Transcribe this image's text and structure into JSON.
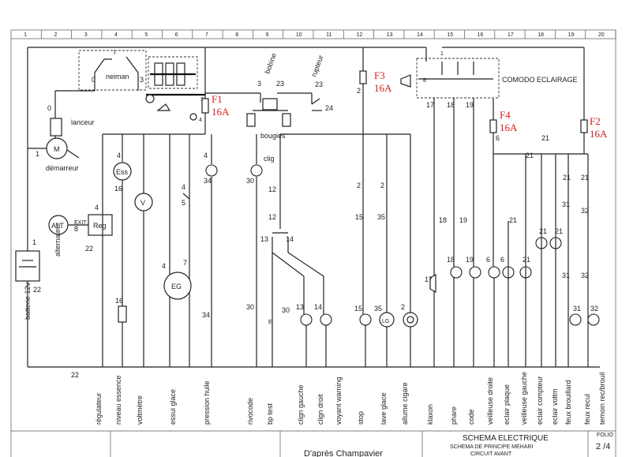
{
  "grid_columns": [
    "1",
    "2",
    "3",
    "4",
    "5",
    "6",
    "7",
    "8",
    "9",
    "10",
    "11",
    "12",
    "13",
    "14",
    "15",
    "16",
    "17",
    "18",
    "19",
    "20"
  ],
  "components": {
    "neiman": "neiman",
    "lanceur": "lanceur",
    "demarreur": "démarreur",
    "bobine": "bobine",
    "rupteur": "rupteur",
    "bougies": "bougies",
    "comodo": "COMODO ECLAIRAGE",
    "alternateur": "alternateur",
    "batterie": "batterie 12v",
    "ess": "Ess",
    "volt": "V",
    "alt": "ALT",
    "reg": "Reg",
    "eg": "EG",
    "lg": "LG",
    "exit": "EXIT",
    "clig": "clig",
    "motor": "M"
  },
  "fuses": [
    {
      "name": "F1",
      "rating": "16A"
    },
    {
      "name": "F3",
      "rating": "16A"
    },
    {
      "name": "F4",
      "rating": "16A"
    },
    {
      "name": "F2",
      "rating": "16A"
    }
  ],
  "bottom_labels": [
    "régulateur",
    "niveau essence",
    "voltmètre",
    "essui glace",
    "pression huile",
    "rivocode",
    "bp test",
    "clign gauche",
    "clign droit",
    "voyant warning",
    "stop",
    "lave glace",
    "allume cigare",
    "klaxon",
    "phare",
    "code",
    "veilleuse droite",
    "eclair plaque",
    "veilleuse gauche",
    "eclair compteur",
    "eclair voltm",
    "feux brouillard",
    "feux recul",
    "temoin rec/brouil"
  ],
  "wire_numbers": {
    "n0a": "0",
    "n0b": "0",
    "n0c": "0",
    "n1a": "1",
    "n1b": "1",
    "n1c": "1",
    "n1d": "1",
    "n3a": "3",
    "n3b": "3",
    "n3c": "3",
    "n4a": "4",
    "n4b": "4",
    "n4c": "4",
    "n4d": "4",
    "n4e": "4",
    "n4f": "4",
    "n23a": "23",
    "n23b": "23",
    "n24": "24",
    "n2a": "2",
    "n2b": "2",
    "n2c": "2",
    "n2d": "2",
    "n6a": "6",
    "n6b": "6",
    "n6c": "6",
    "n7": "7",
    "n8": "8",
    "n12a": "12",
    "n12b": "12",
    "n13a": "13",
    "n13b": "13",
    "n14a": "14",
    "n14b": "14",
    "n15a": "15",
    "n15b": "15",
    "n16a": "16",
    "n16b": "16",
    "n17a": "17",
    "n17b": "17",
    "n18a": "18",
    "n18b": "18",
    "n18c": "18",
    "n19a": "19",
    "n19b": "19",
    "n19c": "19",
    "n21a": "21",
    "n21b": "21",
    "n21c": "21",
    "n21d": "21",
    "n21e": "21",
    "n21f": "21",
    "n21g": "21",
    "n21h": "21",
    "n22a": "22",
    "n22b": "22",
    "n22c": "22",
    "n30a": "30",
    "n30b": "30",
    "n30c": "30",
    "n31a": "31",
    "n31b": "31",
    "n31c": "31",
    "n32a": "32",
    "n32b": "32",
    "n32c": "32",
    "n34a": "34",
    "n34b": "34",
    "n35a": "35",
    "n35b": "35",
    "n5": "5",
    "nE1": "E",
    "nE2": "E",
    "nE3": "E",
    "nE4": "E"
  },
  "title_block": {
    "author": "D'après Champavier",
    "title": "SCHEMA ELECTRIQUE",
    "subtitle": "SCHEMA DE PRINCIPE MEHARI",
    "circuit": "CIRCUIT AVANT",
    "folio_label": "FOLIO",
    "folio": "2 /4"
  }
}
